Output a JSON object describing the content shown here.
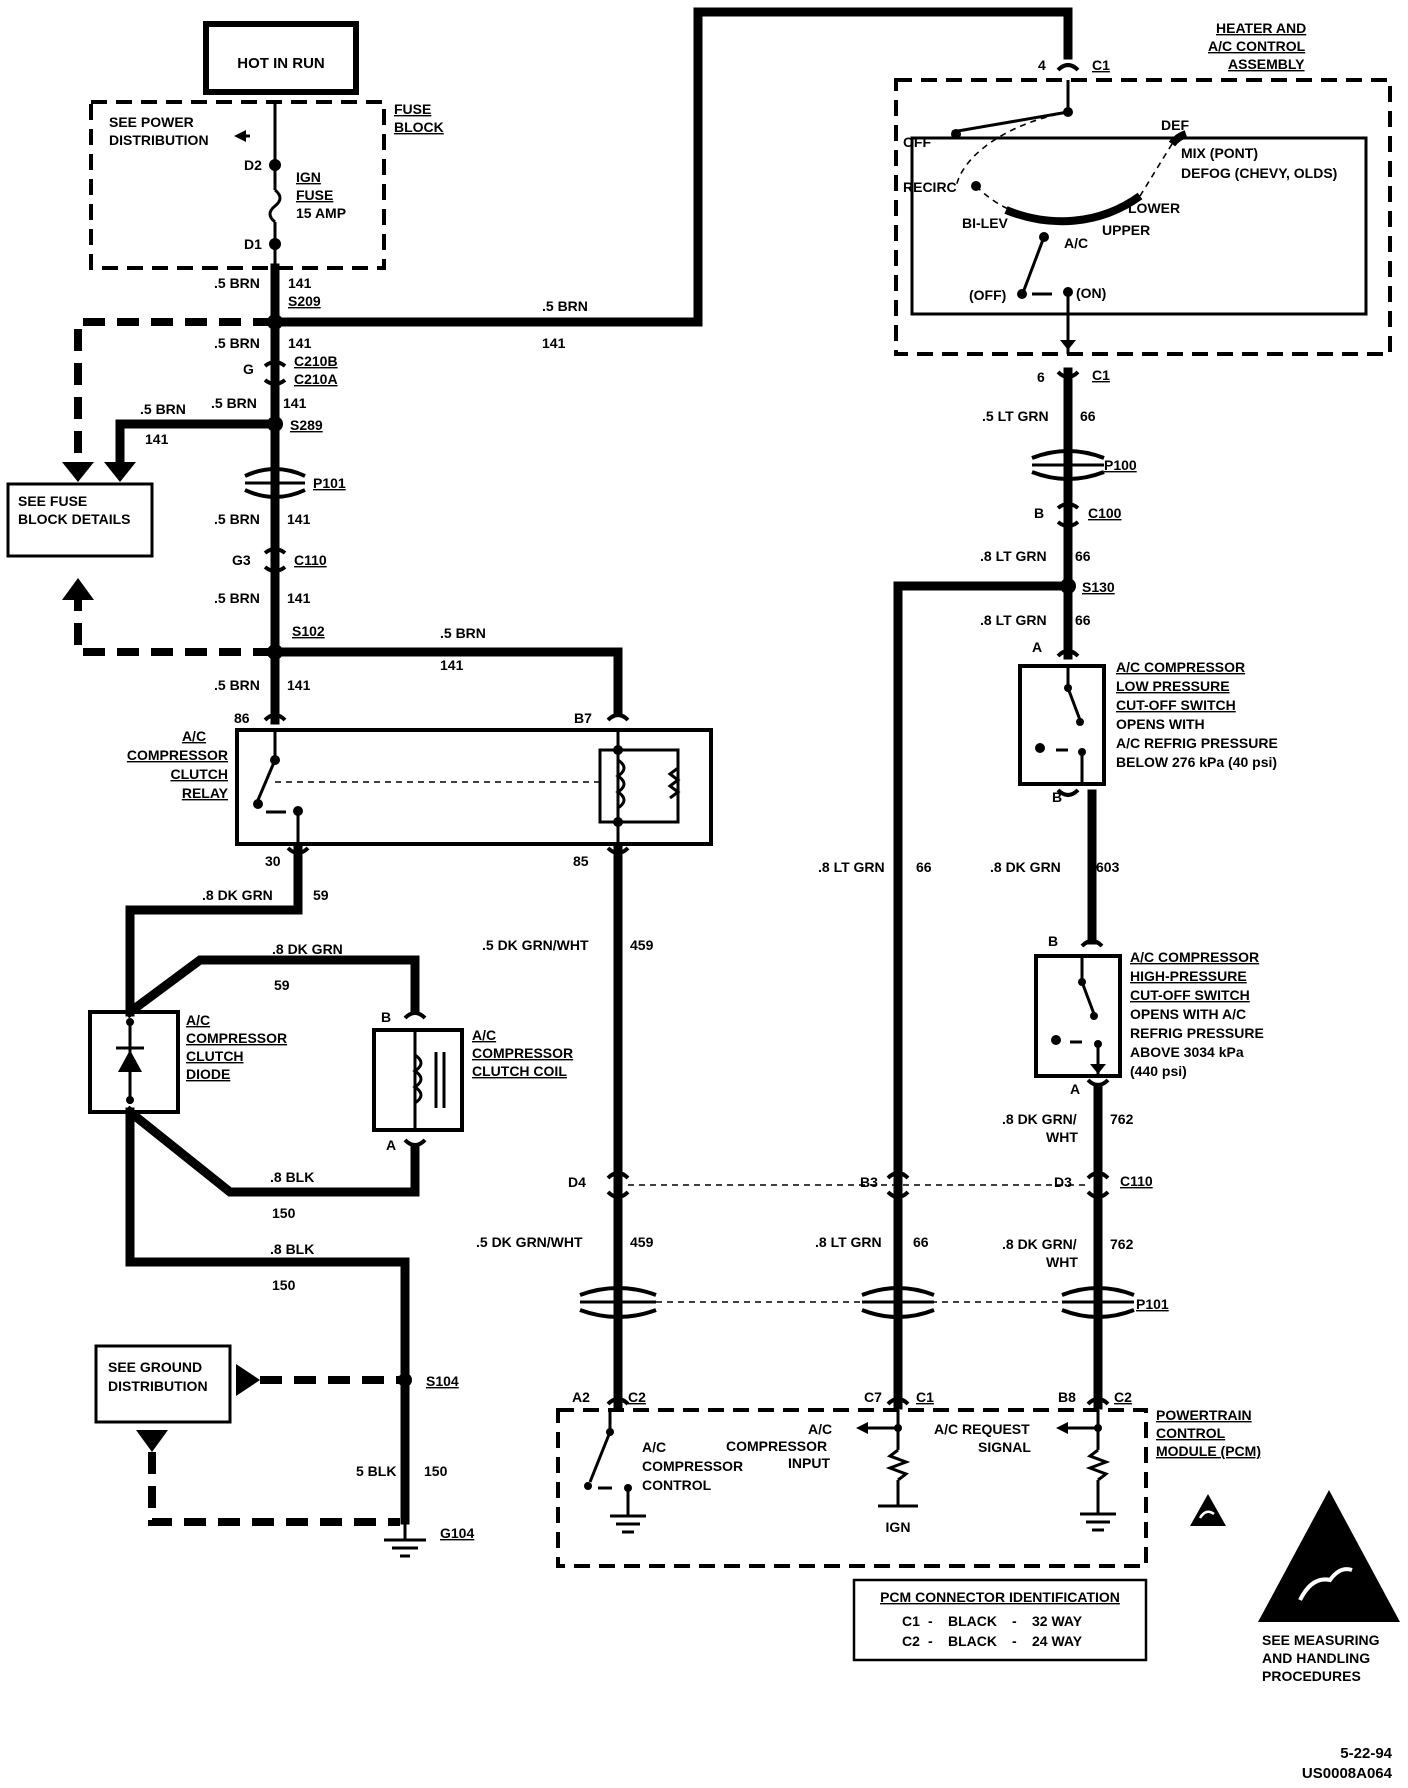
{
  "hot_in_run": "HOT IN RUN",
  "see_power_dist": [
    "SEE  POWER",
    "DISTRIBUTION"
  ],
  "fuse_block": [
    "FUSE",
    "BLOCK"
  ],
  "fuse_pins": {
    "d2": "D2",
    "d1": "D1"
  },
  "ign_fuse": [
    "IGN",
    "FUSE",
    "15 AMP"
  ],
  "wires": {
    "brn05": ".5 BRN",
    "c141": "141",
    "s209": "S209",
    "c210": [
      "C210B",
      "C210A"
    ],
    "g": "G",
    "s289": "S289",
    "brn05b": ".5  BRN",
    "p101": "P101",
    "g3": "G3",
    "c110": "C110",
    "s102": "S102",
    "dkgrn08": ".8  DK GRN",
    "dkgrn08b": ".8 DK GRN",
    "c59": "59",
    "blk08": ".8 BLK",
    "c150": "150",
    "blk5": "5 BLK",
    "s104": "S104",
    "g104": "G104",
    "dkgrnwht05": ".5 DK GRN/WHT",
    "c459": "459",
    "ltgrn05": ".5 LT GRN",
    "ltgrn08": ".8 LT GRN",
    "c66": "66",
    "s130": "S130",
    "p100": "P100",
    "c100": "C100",
    "dkgrn08c": ".8 DK GRN",
    "c603": "603",
    "dkgrnwht08": [
      ".8 DK GRN/",
      "WHT"
    ],
    "c762": "762"
  },
  "see_fuse_block_details": [
    "SEE FUSE",
    "BLOCK DETAILS"
  ],
  "relay": {
    "label": [
      "A/C",
      "COMPRESSOR",
      "CLUTCH",
      "RELAY"
    ],
    "pins": {
      "p86": "86",
      "b7": "B7",
      "p30": "30",
      "p85": "85"
    }
  },
  "diode": [
    "A/C",
    "COMPRESSOR",
    "CLUTCH",
    "DIODE"
  ],
  "coil": {
    "label": [
      "A/C",
      "COMPRESSOR",
      "CLUTCH  COIL"
    ],
    "b": "B",
    "a": "A"
  },
  "see_ground_dist": [
    "SEE GROUND",
    "DISTRIBUTION"
  ],
  "heater_control": {
    "title": [
      "HEATER AND",
      "A/C CONTROL",
      "ASSEMBLY"
    ],
    "pin4": "4",
    "pin6": "6",
    "c1": "C1",
    "positions": {
      "off": "OFF",
      "recirc": "RECIRC",
      "bilev": "BI-LEV",
      "ac": "A/C",
      "upper": "UPPER",
      "lower": "LOWER",
      "def": "DEF",
      "mix": "MIX (PONT)",
      "defog": "DEFOG (CHEVY, OLDS)",
      "off_p": "(OFF)",
      "on_p": "(ON)"
    }
  },
  "low_switch": {
    "label": [
      "A/C  COMPRESSOR",
      "LOW  PRESSURE",
      "CUT-OFF  SWITCH"
    ],
    "desc": [
      "OPENS WITH",
      "A/C REFRIG PRESSURE",
      "BELOW 276 kPa (40 psi)"
    ],
    "a": "A",
    "b": "B"
  },
  "high_switch": {
    "label": [
      "A/C  COMPRESSOR",
      "HIGH-PRESSURE",
      "CUT-OFF  SWITCH"
    ],
    "desc": [
      "OPENS WITH A/C",
      "REFRIG PRESSURE",
      "ABOVE 3034 kPa",
      "(440 psi)"
    ],
    "b": "B",
    "a": "A"
  },
  "c110_pins": {
    "d4": "D4",
    "b3": "B3",
    "d3": "D3"
  },
  "pcm": {
    "label": [
      "POWERTRAIN",
      "CONTROL",
      "MODULE (PCM)"
    ],
    "pins": {
      "a2": "A2",
      "c2": "C2",
      "c7": "C7",
      "c1": "C1",
      "b8": "B8"
    },
    "ac_comp_control": [
      "A/C",
      "COMPRESSOR",
      "CONTROL"
    ],
    "ac_comp_input": [
      "A/C",
      "COMPRESSOR",
      "INPUT"
    ],
    "ac_request": [
      "A/C REQUEST",
      "SIGNAL"
    ],
    "ign": "IGN"
  },
  "pcm_conn_id": {
    "title": "PCM CONNECTOR IDENTIFICATION",
    "rows": [
      [
        "C1",
        "-",
        "BLACK",
        "-",
        "32 WAY"
      ],
      [
        "C2",
        "-",
        "BLACK",
        "-",
        "24 WAY"
      ]
    ]
  },
  "esd_note": [
    "SEE MEASURING",
    "AND HANDLING",
    "PROCEDURES"
  ],
  "date": "5-22-94",
  "doc_id": "US0008A064"
}
